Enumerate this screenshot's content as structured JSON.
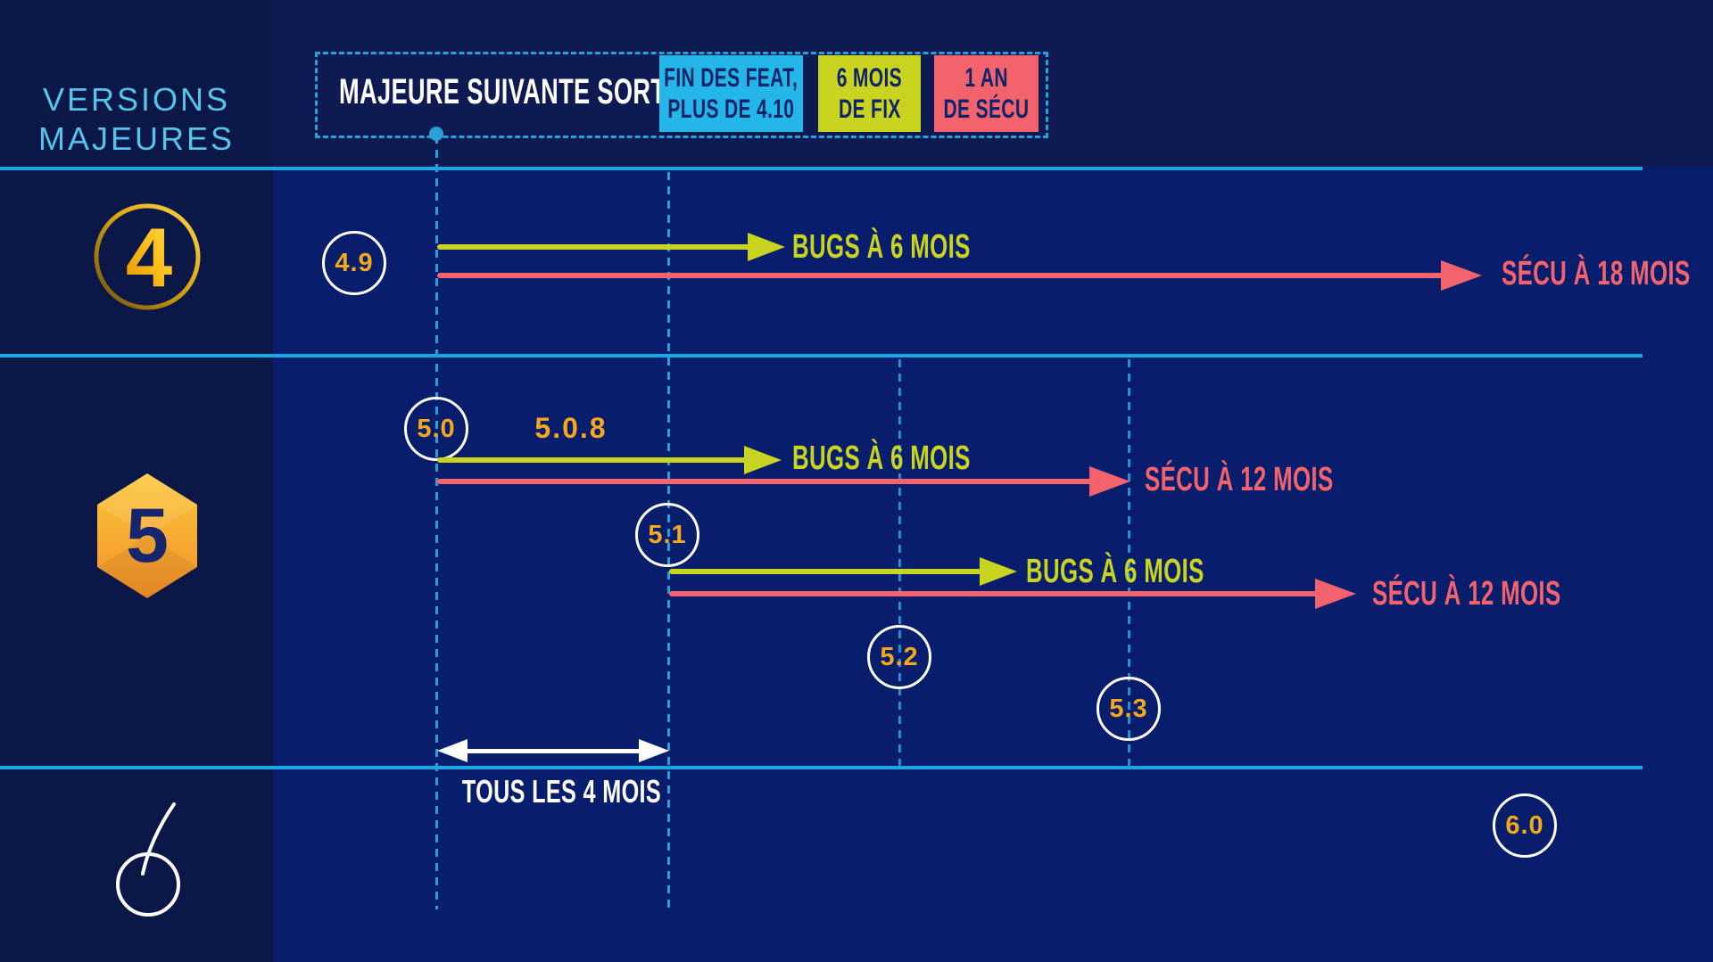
{
  "title": {
    "line1": "VERSIONS",
    "line2": "MAJEURES"
  },
  "header": {
    "label": "MAJEURE SUIVANTE SORTIE :",
    "legend": {
      "feat": {
        "line1": "FIN DES FEAT,",
        "line2": "PLUS DE 4.10",
        "color": "#25B6E9"
      },
      "fix": {
        "line1": "6 MOIS",
        "line2": "DE FIX",
        "color": "#C9D420"
      },
      "secu": {
        "line1": "1 AN",
        "line2": "DE SÉCU",
        "color": "#F2636D"
      }
    }
  },
  "palette": {
    "background": "#081D6C",
    "sidebar": "#0B1747",
    "topband": "#0D1B52",
    "rule_cyan": "#15A9E8",
    "dash_cyan": "#2B9FD8",
    "bugs_yellow": "#C9D420",
    "secu_red": "#F2636D",
    "version_gold": "#F3A81D",
    "title_blue": "#55C3EA"
  },
  "v4": {
    "big_label": "4",
    "release": "4.9",
    "bugs_label": "BUGS À 6 MOIS",
    "secu_label": "SÉCU À 18 MOIS"
  },
  "v5": {
    "big_label": "5",
    "release_50": "5.0",
    "release_508": "5.0.8",
    "release_51": "5.1",
    "release_52": "5.2",
    "release_53": "5.3",
    "bugs_label_50": "BUGS À 6 MOIS",
    "secu_label_50": "SÉCU À 12 MOIS",
    "bugs_label_51": "BUGS À 6 MOIS",
    "secu_label_51": "SÉCU À 12 MOIS",
    "interval_label": "TOUS LES 4 MOIS"
  },
  "v6": {
    "big_label": "6",
    "release": "6.0"
  }
}
